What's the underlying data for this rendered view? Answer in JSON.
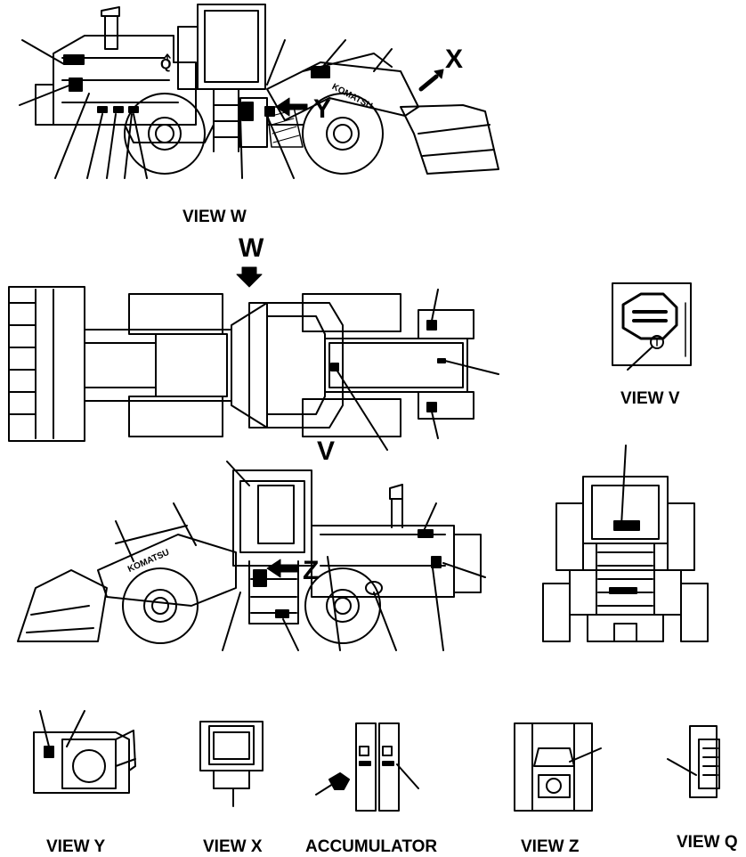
{
  "labels": {
    "view_w": "VIEW W",
    "view_v": "VIEW V",
    "view_y": "VIEW Y",
    "view_x": "VIEW X",
    "accumulator": "ACCUMULATOR",
    "view_z": "VIEW Z",
    "view_q": "VIEW Q"
  },
  "markers": {
    "w": "W",
    "v": "V",
    "x": "X",
    "y": "Y",
    "z": "Z",
    "q": "Q"
  },
  "decals": {
    "brand_top": "KOMATSU",
    "brand_bottom": "KOMATSU"
  }
}
